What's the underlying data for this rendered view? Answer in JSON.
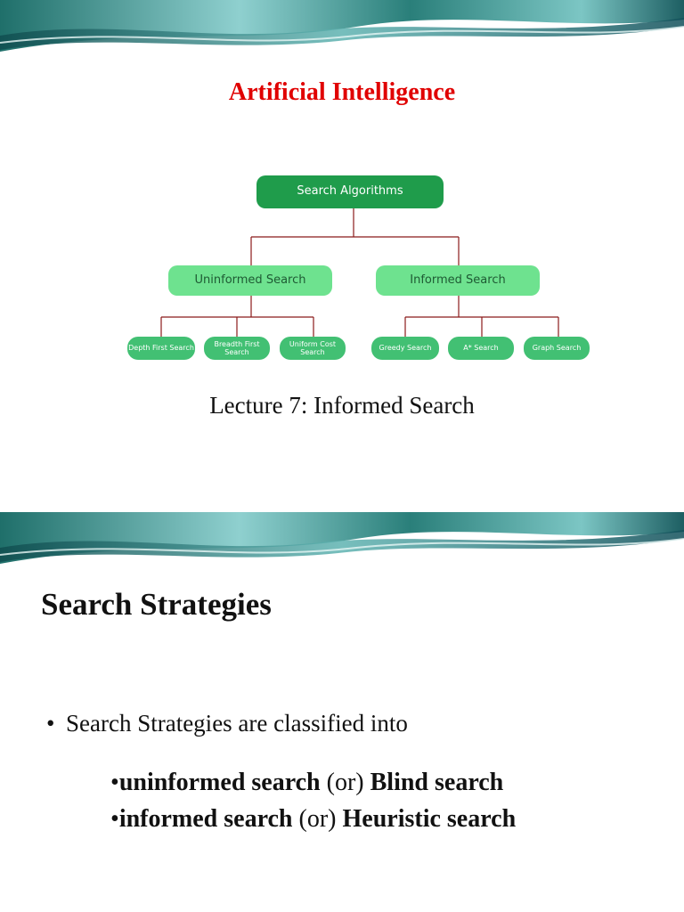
{
  "slide1": {
    "title": "Artificial Intelligence",
    "diagram": {
      "root": "Search Algorithms",
      "left": "Uninformed Search",
      "right": "Informed Search",
      "left_children": [
        "Depth First Search",
        "Breadth First Search",
        "Uniform Cost Search"
      ],
      "right_children": [
        "Greedy Search",
        "A* Search",
        "Graph Search"
      ]
    },
    "subtitle": "Lecture 7: Informed Search"
  },
  "slide2": {
    "title": "Search Strategies",
    "bullet": "Search Strategies are classified into",
    "sub_items": [
      {
        "bold1": "uninformed search",
        "mid": "(or)",
        "bold2": "Blind search"
      },
      {
        "bold1": "informed search",
        "mid": "(or)",
        "bold2": "Heuristic search"
      }
    ]
  },
  "colors": {
    "title_red": "#e00000",
    "node_dark": "#1f9c4b",
    "node_light": "#6ee28f",
    "node_leaf": "#42c073",
    "connector": "#8b1a1a",
    "banner_teal": "#1f6f6a"
  }
}
